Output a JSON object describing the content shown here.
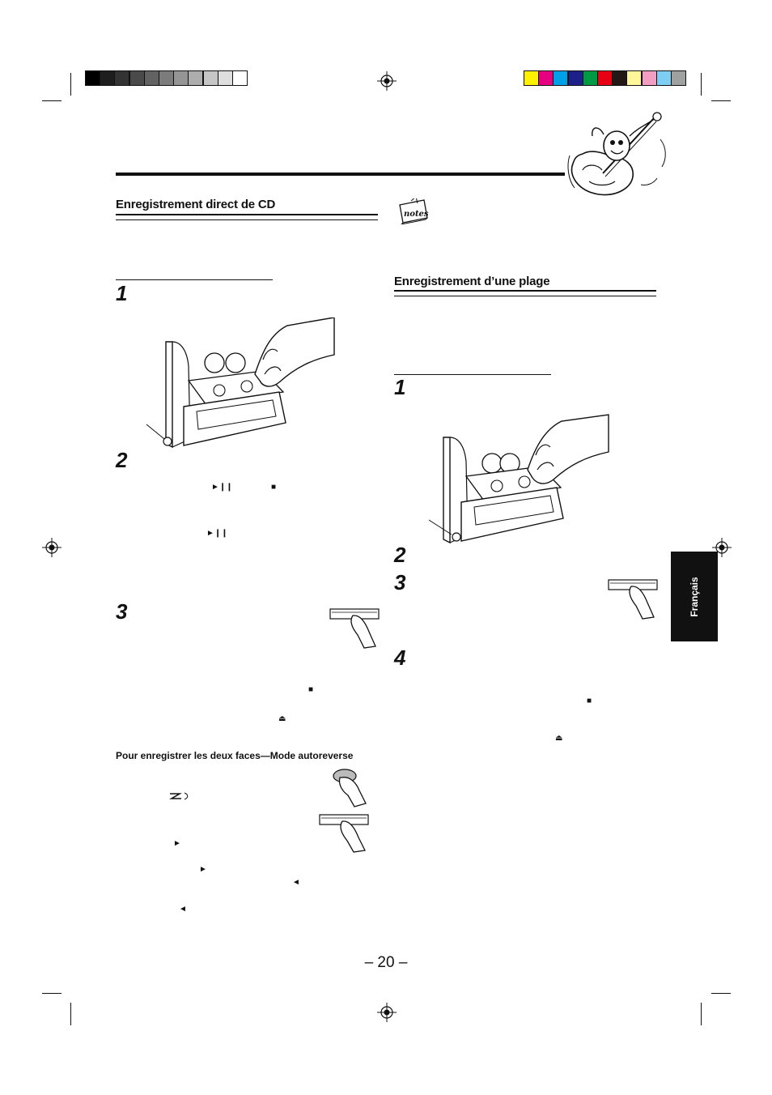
{
  "registration": {
    "gray_swatches": [
      "#000000",
      "#1e1e1e",
      "#333333",
      "#4a4a4a",
      "#626262",
      "#7c7c7c",
      "#959595",
      "#adadad",
      "#c6c6c6",
      "#dedede",
      "#ffffff"
    ],
    "color_swatches": [
      "#fff200",
      "#e4007f",
      "#00a0e9",
      "#1d2088",
      "#009944",
      "#e60012",
      "#231815",
      "#fff799",
      "#f19ec2",
      "#7ecef4",
      "#9fa0a0"
    ]
  },
  "left": {
    "section_title": "Enregistrement direct de CD",
    "steps": [
      "1",
      "2",
      "3"
    ],
    "autoreverse_title": "Pour enregistrer les deux faces—Mode autoreverse"
  },
  "right": {
    "notes_label": "notes",
    "section_title": "Enregistrement d’une plage",
    "steps": [
      "1",
      "2",
      "3",
      "4"
    ]
  },
  "symbols": {
    "play_pause": "►❙❙",
    "stop": "■",
    "eject": "⏏",
    "forward": "►",
    "reverse": "◄"
  },
  "sidebar": {
    "language": "Français"
  },
  "footer": {
    "page_number": "– 20 –"
  }
}
